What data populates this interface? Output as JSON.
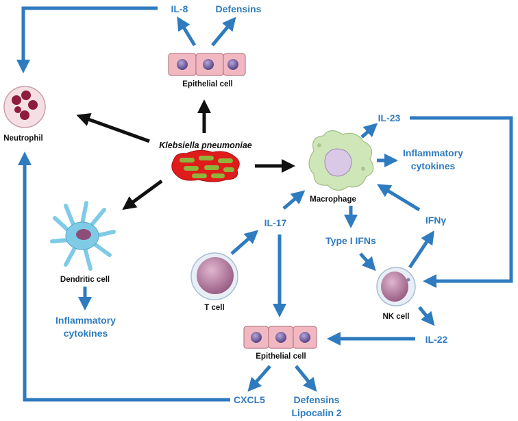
{
  "title": "Klebsiella pneumoniae",
  "cells": {
    "neutrophil": "Neutrophil",
    "epithelial_top": "Epithelial cell",
    "epithelial_bottom": "Epithelial cell",
    "macrophage": "Macrophage",
    "dendritic": "Dendritic cell",
    "t_cell": "T cell",
    "nk_cell": "NK cell"
  },
  "mediators": {
    "il8": "IL-8",
    "defensins_top": "Defensins",
    "il23": "IL-23",
    "inflammatory_macrophage_line1": "Inflammatory",
    "inflammatory_macrophage_line2": "cytokines",
    "il17": "IL-17",
    "type1_ifns": "Type I IFNs",
    "ifn_gamma": "IFNγ",
    "inflammatory_dendritic_line1": "Inflammatory",
    "inflammatory_dendritic_line2": "cytokines",
    "il22": "IL-22",
    "cxcl5": "CXCL5",
    "defensins_bottom": "Defensins",
    "lipocalin2": "Lipocalin 2"
  },
  "colors": {
    "blue": "#2f7bbf",
    "black": "#111111",
    "epithelial_fill": "#f2b8c2",
    "bacteria_red": "#e01b1b",
    "bacteria_green": "#8fb33b",
    "macrophage_fill": "#cfe6b8",
    "dendritic_fill": "#7fcbe6",
    "lymphocyte_fill": "#c98fb0"
  }
}
